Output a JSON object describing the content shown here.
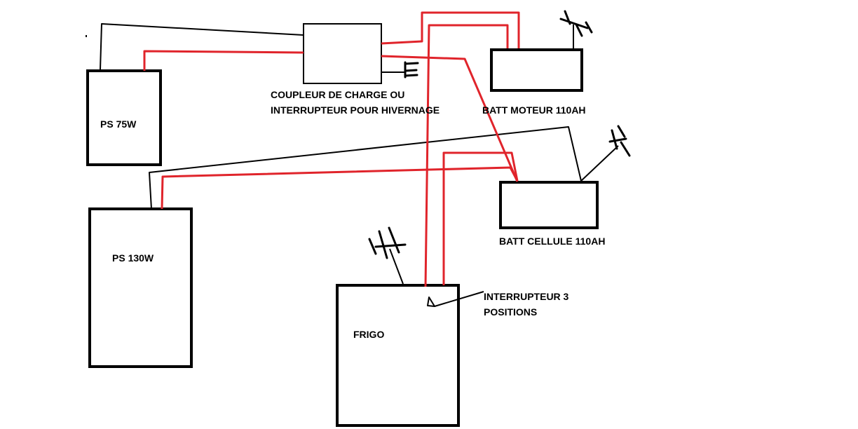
{
  "colors": {
    "positive_wire": "#e0242b",
    "negative_wire": "#000000",
    "box_outline": "#000000"
  },
  "components": {
    "ps75": {
      "label": "PS 75W"
    },
    "ps130": {
      "label": "PS 130W"
    },
    "coupler": {
      "label_line1": "COUPLEUR DE CHARGE OU",
      "label_line2": "INTERRUPTEUR POUR HIVERNAGE"
    },
    "batt_moteur": {
      "label": "BATT MOTEUR 110AH"
    },
    "batt_cellule": {
      "label": "BATT CELLULE 110AH"
    },
    "frigo": {
      "label": "FRIGO"
    },
    "switch3": {
      "label_line1": "INTERRUPTEUR 3",
      "label_line2": "POSITIONS"
    }
  },
  "icons": [
    "ground-icon"
  ]
}
